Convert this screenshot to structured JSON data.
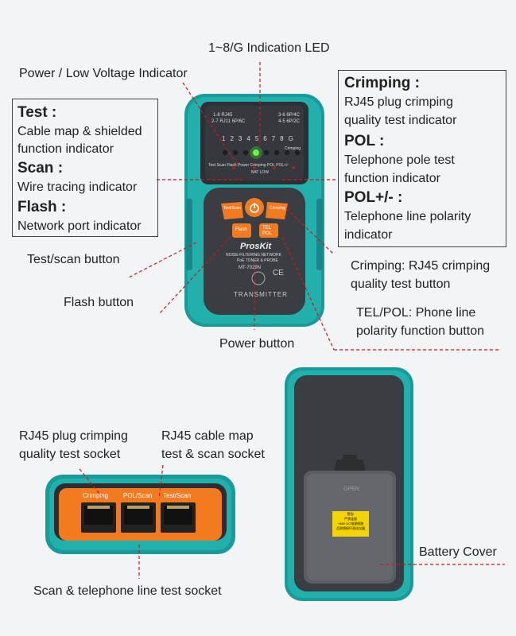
{
  "callouts": {
    "led": "1~8/G Indication LED",
    "power_low": "Power / Low Voltage Indicator",
    "test_title": "Test :",
    "test_desc_1": "Cable map & shielded",
    "test_desc_2": "function indicator",
    "scan_title": "Scan :",
    "scan_desc": "Wire tracing indicator",
    "flash_title": "Flash :",
    "flash_desc": "Network port indicator",
    "crimping_title": "Crimping :",
    "crimping_desc_1": "RJ45 plug crimping",
    "crimping_desc_2": "quality test indicator",
    "pol_title": "POL :",
    "pol_desc_1": "Telephone pole test",
    "pol_desc_2": " function indicator",
    "polpm_title": "POL+/- :",
    "polpm_desc_1": "Telephone line polarity",
    "polpm_desc_2": "indicator",
    "test_scan_button": "Test/scan button",
    "flash_button": "Flash button",
    "power_button": "Power button",
    "crimping_button_1": "Crimping: RJ45 crimping",
    "crimping_button_2": "quality test button",
    "telpol_button_1": "TEL/POL: Phone line",
    "telpol_button_2": "polarity function button",
    "rj45_crimp_socket_1": "RJ45 plug crimping",
    "rj45_crimp_socket_2": "quality test socket",
    "rj45_map_socket_1": "RJ45 cable map",
    "rj45_map_socket_2": "test & scan socket",
    "scan_tel_socket": "Scan & telephone line test socket",
    "battery_cover": "Battery Cover"
  },
  "device_front": {
    "led_row_labels_1": "1-8 RJ45",
    "led_row_labels_2": "3-6 6P/4C",
    "led_row_labels_3": "2-7 RJ11 6P/6C",
    "led_row_labels_4": "4-5 6P/2C",
    "led_numbers": [
      "1",
      "2",
      "3",
      "4",
      "5",
      "6",
      "7",
      "8",
      "G"
    ],
    "crimping_tag": "Crimping",
    "status_labels": "Test  Scan  Flash  Power  Crimping  POL  POL+/-",
    "bat_low": "BAT LOW",
    "btn_test_scan": "Test/Scan",
    "btn_crimping": "Crimping",
    "btn_flash": "Flash",
    "btn_tel_pol": "TEL POL",
    "brand": "ProsKit",
    "product_line_1": "NOISE-FILTERING NETWORK",
    "product_line_2": "PoE TONER & PROBE",
    "model": "MT-7029N",
    "transmitter": "TRANSMITTER"
  },
  "device_ports": {
    "port_crimping": "Crimping",
    "port_pol_scan": "POL/Scan",
    "port_test_scan": "Test/Scan"
  },
  "device_back": {
    "open_label": "OPEN",
    "warning_title": "警告!",
    "warning_line_1": "严禁连接",
    "warning_line_2": "+48V DC电源线路",
    "warning_line_3": "否则将损坏测试仪器"
  },
  "colors": {
    "teal": "#1aa3a3",
    "body_dark": "#3a3d42",
    "orange": "#f47a20",
    "dash_red": "#d01818",
    "led_green": "#5cff3a"
  }
}
